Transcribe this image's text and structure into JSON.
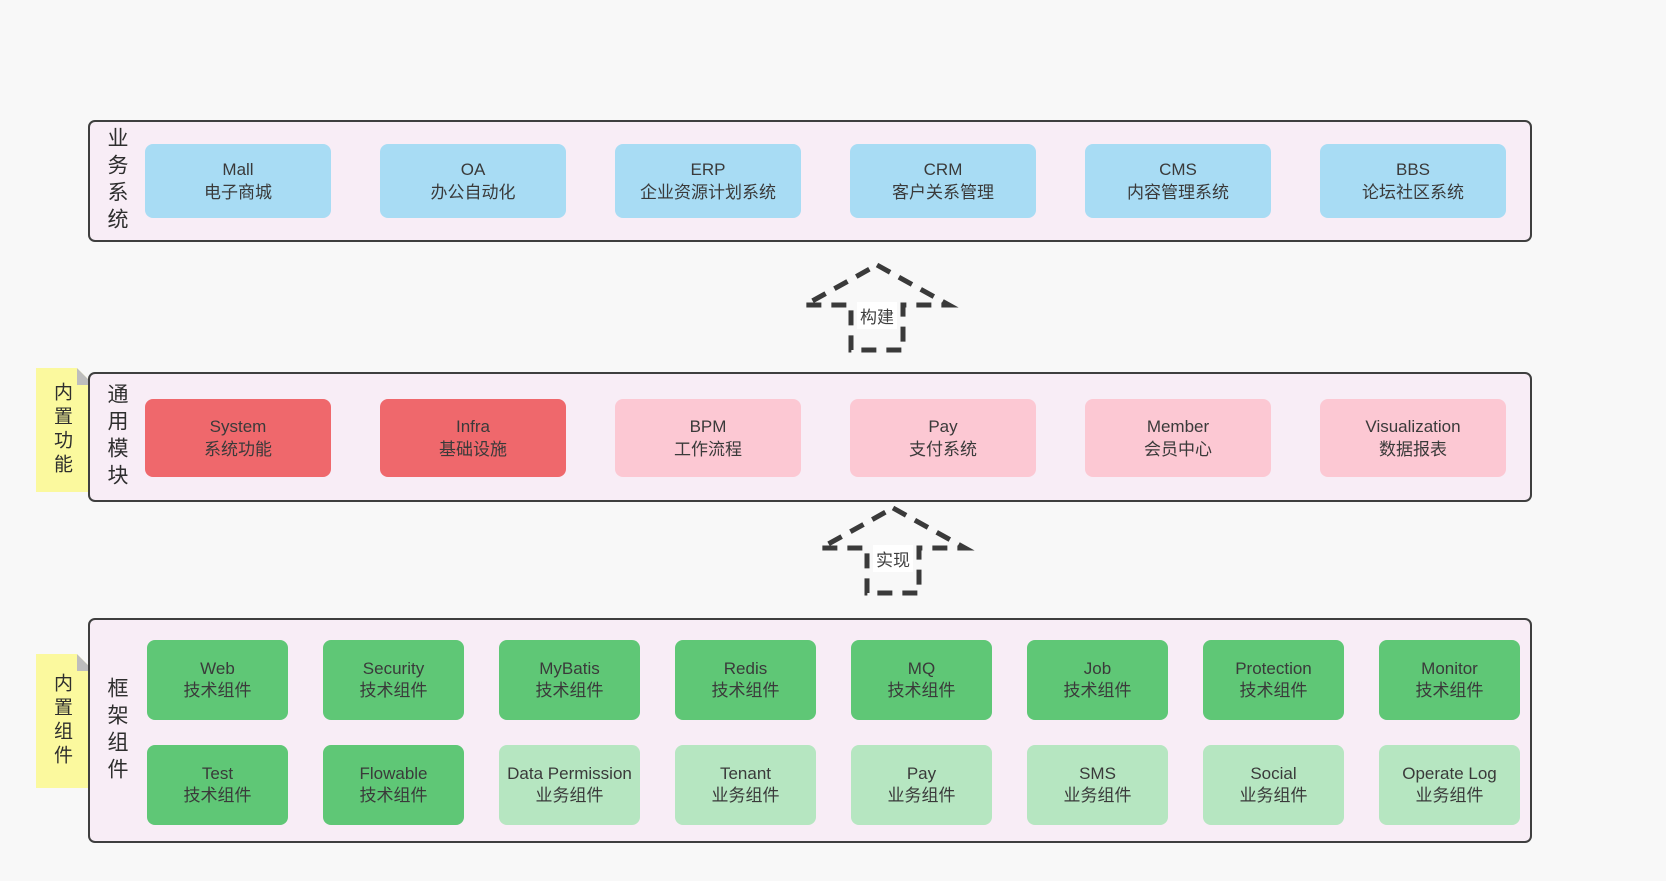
{
  "colors": {
    "background": "#f8f8f8",
    "panel_fill": "#f8edf6",
    "panel_border": "#3f3f3f",
    "blue_box": "#a8dcf4",
    "red_box": "#ef686c",
    "pink_box": "#fcc8d3",
    "green_box": "#5fc776",
    "light_green_box": "#b6e6c1",
    "sticky_yellow": "#fbf99e",
    "sticky_fold_gray": "#bdbdbd",
    "text": "#3a3a3a"
  },
  "layers": {
    "business": {
      "label": "业务系统",
      "boxes": [
        {
          "title": "Mall",
          "subtitle": "电子商城",
          "variant": "blue"
        },
        {
          "title": "OA",
          "subtitle": "办公自动化",
          "variant": "blue"
        },
        {
          "title": "ERP",
          "subtitle": "企业资源计划系统",
          "variant": "blue"
        },
        {
          "title": "CRM",
          "subtitle": "客户关系管理",
          "variant": "blue"
        },
        {
          "title": "CMS",
          "subtitle": "内容管理系统",
          "variant": "blue"
        },
        {
          "title": "BBS",
          "subtitle": "论坛社区系统",
          "variant": "blue"
        }
      ]
    },
    "modules": {
      "label": "通用模块",
      "sticky": "内置功能",
      "boxes": [
        {
          "title": "System",
          "subtitle": "系统功能",
          "variant": "red"
        },
        {
          "title": "Infra",
          "subtitle": "基础设施",
          "variant": "red"
        },
        {
          "title": "BPM",
          "subtitle": "工作流程",
          "variant": "pink"
        },
        {
          "title": "Pay",
          "subtitle": "支付系统",
          "variant": "pink"
        },
        {
          "title": "Member",
          "subtitle": "会员中心",
          "variant": "pink"
        },
        {
          "title": "Visualization",
          "subtitle": "数据报表",
          "variant": "pink"
        }
      ]
    },
    "components": {
      "label": "框架组件",
      "sticky": "内置组件",
      "row1": [
        {
          "title": "Web",
          "subtitle": "技术组件",
          "variant": "green"
        },
        {
          "title": "Security",
          "subtitle": "技术组件",
          "variant": "green"
        },
        {
          "title": "MyBatis",
          "subtitle": "技术组件",
          "variant": "green"
        },
        {
          "title": "Redis",
          "subtitle": "技术组件",
          "variant": "green"
        },
        {
          "title": "MQ",
          "subtitle": "技术组件",
          "variant": "green"
        },
        {
          "title": "Job",
          "subtitle": "技术组件",
          "variant": "green"
        },
        {
          "title": "Protection",
          "subtitle": "技术组件",
          "variant": "green"
        },
        {
          "title": "Monitor",
          "subtitle": "技术组件",
          "variant": "green"
        }
      ],
      "row2": [
        {
          "title": "Test",
          "subtitle": "技术组件",
          "variant": "green"
        },
        {
          "title": "Flowable",
          "subtitle": "技术组件",
          "variant": "green"
        },
        {
          "title": "Data Permission",
          "subtitle": "业务组件",
          "variant": "light-green"
        },
        {
          "title": "Tenant",
          "subtitle": "业务组件",
          "variant": "light-green"
        },
        {
          "title": "Pay",
          "subtitle": "业务组件",
          "variant": "light-green"
        },
        {
          "title": "SMS",
          "subtitle": "业务组件",
          "variant": "light-green"
        },
        {
          "title": "Social",
          "subtitle": "业务组件",
          "variant": "light-green"
        },
        {
          "title": "Operate Log",
          "subtitle": "业务组件",
          "variant": "light-green"
        }
      ]
    }
  },
  "arrows": {
    "build": {
      "label": "构建"
    },
    "implement": {
      "label": "实现"
    }
  }
}
